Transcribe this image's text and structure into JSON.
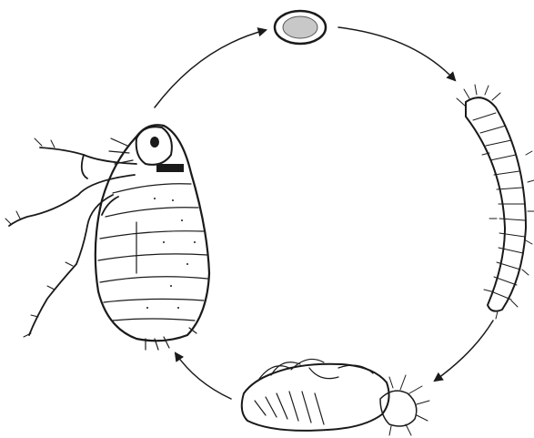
{
  "diagram": {
    "stages": [
      {
        "id": "egg",
        "icon": "egg-icon"
      },
      {
        "id": "larva",
        "icon": "larva-icon"
      },
      {
        "id": "pupa",
        "icon": "pupa-icon"
      },
      {
        "id": "adult",
        "icon": "adult-flea-icon"
      }
    ],
    "cycle_direction": "clockwise",
    "colors": {
      "ink": "#1a1a1a",
      "background": "#ffffff",
      "egg_fill": "#c8c8c8"
    }
  }
}
